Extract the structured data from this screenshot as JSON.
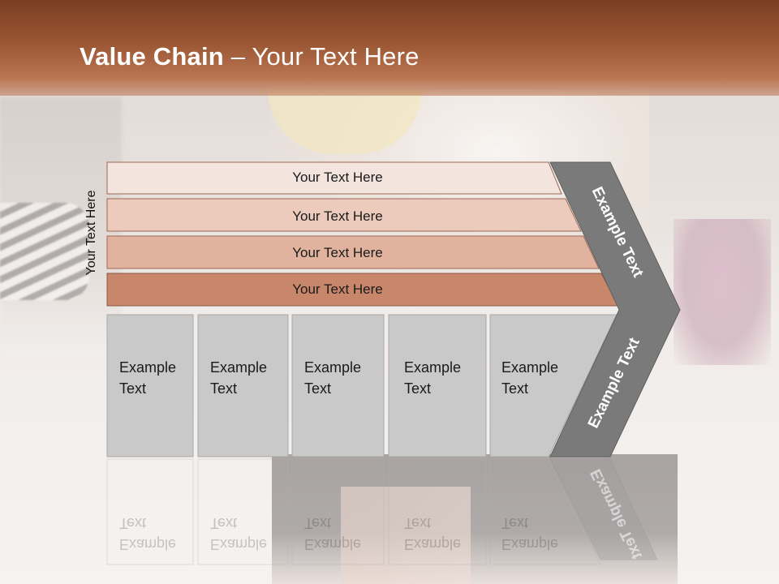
{
  "slide": {
    "title_bold": "Value Chain",
    "title_rest": " – Your Text Here",
    "side_label": "Your Text Here"
  },
  "bars": [
    {
      "label": "Your Text Here",
      "color": "#f3e4de"
    },
    {
      "label": "Your Text Here",
      "color": "#eccbbd"
    },
    {
      "label": "Your Text Here",
      "color": "#e1b39f"
    },
    {
      "label": "Your Text Here",
      "color": "#c8876a"
    }
  ],
  "activities": [
    {
      "label": "Example Text"
    },
    {
      "label": "Example Text"
    },
    {
      "label": "Example Text"
    },
    {
      "label": "Example Text"
    },
    {
      "label": "Example Text"
    }
  ],
  "margin_arrow": {
    "upper_text": "Example Text",
    "lower_text": "Example Text",
    "color": "#7a7a7a"
  },
  "colors": {
    "header": "#9b5634",
    "box_fill": "#c9c9c9",
    "box_border": "#a9a9a9"
  }
}
